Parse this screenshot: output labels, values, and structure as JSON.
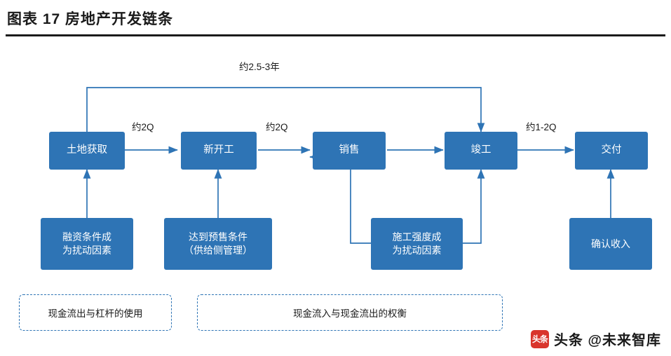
{
  "header": {
    "title": "图表 17 房地产开发链条"
  },
  "diagram": {
    "main_nodes": [
      {
        "id": "land",
        "label": "土地获取"
      },
      {
        "id": "start",
        "label": "新开工"
      },
      {
        "id": "sales",
        "label": "销售"
      },
      {
        "id": "complete",
        "label": "竣工"
      },
      {
        "id": "deliver",
        "label": "交付"
      }
    ],
    "sub_nodes": [
      {
        "id": "finance",
        "label": "融资条件成\n为扰动因素"
      },
      {
        "id": "presale",
        "label": "达到预售条件\n（供给侧管理）"
      },
      {
        "id": "intensity",
        "label": "施工强度成\n为扰动因素"
      },
      {
        "id": "revenue",
        "label": "确认收入"
      }
    ],
    "duration_labels": [
      {
        "id": "overall",
        "text": "约2.5-3年"
      },
      {
        "id": "land-start",
        "text": "约2Q"
      },
      {
        "id": "start-sales",
        "text": "约2Q"
      },
      {
        "id": "complete-deliver",
        "text": "约1-2Q"
      }
    ],
    "legend_boxes": [
      {
        "id": "leverage",
        "text": "现金流出与杠杆的使用"
      },
      {
        "id": "balance",
        "text": "现金流入与现金流出的权衡"
      }
    ],
    "colors": {
      "node_fill": "#2e74b5",
      "node_text": "#ffffff",
      "line": "#2e74b5",
      "title_text": "#1a1a1a"
    }
  },
  "watermark": {
    "logo_text": "头条",
    "text": "头条 @未来智库"
  }
}
